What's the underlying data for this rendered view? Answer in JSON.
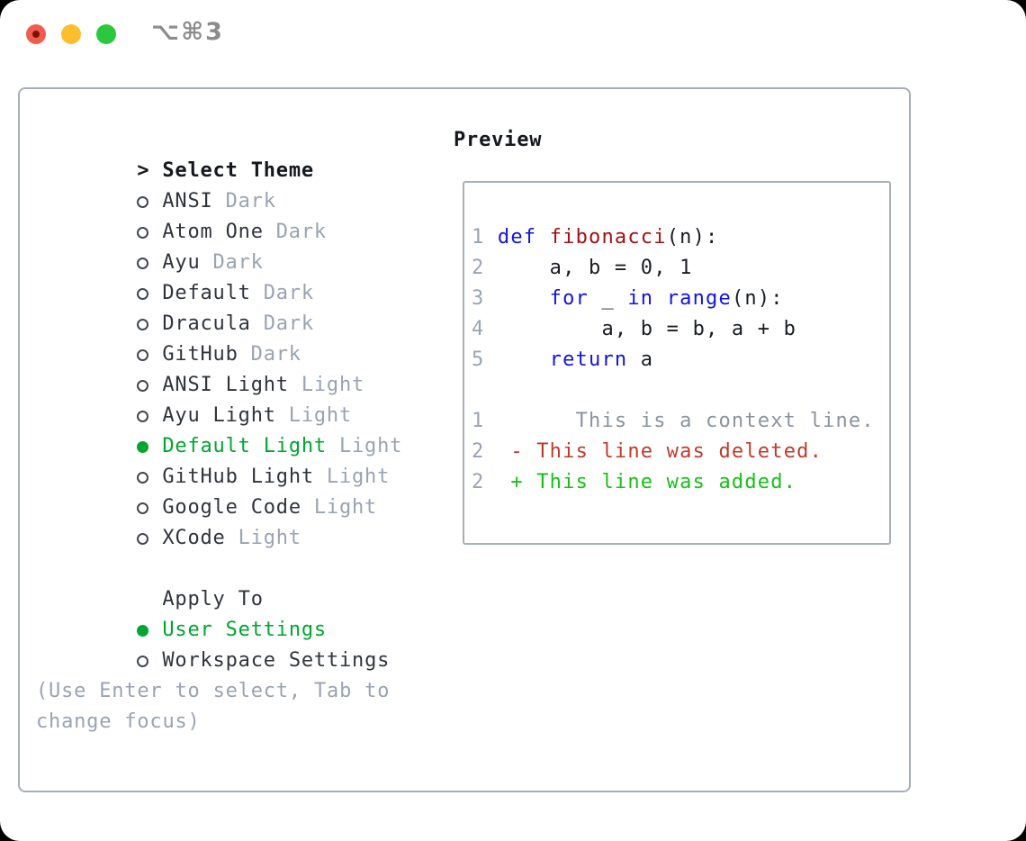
{
  "window": {
    "shortcut_label": "⌥⌘3"
  },
  "theme_selector": {
    "prompt": ">",
    "title": "Select Theme",
    "items": [
      {
        "name": "ANSI",
        "variant": "Dark",
        "selected": false
      },
      {
        "name": "Atom One",
        "variant": "Dark",
        "selected": false
      },
      {
        "name": "Ayu",
        "variant": "Dark",
        "selected": false
      },
      {
        "name": "Default",
        "variant": "Dark",
        "selected": false
      },
      {
        "name": "Dracula",
        "variant": "Dark",
        "selected": false
      },
      {
        "name": "GitHub",
        "variant": "Dark",
        "selected": false
      },
      {
        "name": "ANSI Light",
        "variant": "Light",
        "selected": false
      },
      {
        "name": "Ayu Light",
        "variant": "Light",
        "selected": false
      },
      {
        "name": "Default Light",
        "variant": "Light",
        "selected": true
      },
      {
        "name": "GitHub Light",
        "variant": "Light",
        "selected": false
      },
      {
        "name": "Google Code",
        "variant": "Light",
        "selected": false
      },
      {
        "name": "XCode",
        "variant": "Light",
        "selected": false
      }
    ]
  },
  "apply_to": {
    "title": "Apply To",
    "options": [
      {
        "label": "User Settings",
        "selected": true
      },
      {
        "label": "Workspace Settings",
        "selected": false
      }
    ]
  },
  "help": {
    "line1": "(Use Enter to select, Tab to",
    "line2": "change focus)"
  },
  "preview": {
    "title": "Preview",
    "lines": [
      {
        "segments": [
          {
            "type": "linenum",
            "text": "1 "
          },
          {
            "type": "keyword",
            "text": "def"
          },
          {
            "type": "plain",
            "text": " "
          },
          {
            "type": "function",
            "text": "fibonacci"
          },
          {
            "type": "plain",
            "text": "(n):"
          }
        ]
      },
      {
        "segments": [
          {
            "type": "linenum",
            "text": "2 "
          },
          {
            "type": "plain",
            "text": "    a, b = 0, 1"
          }
        ]
      },
      {
        "segments": [
          {
            "type": "linenum",
            "text": "3 "
          },
          {
            "type": "plain",
            "text": "    "
          },
          {
            "type": "keyword",
            "text": "for"
          },
          {
            "type": "plain",
            "text": " _ "
          },
          {
            "type": "keyword",
            "text": "in"
          },
          {
            "type": "plain",
            "text": " "
          },
          {
            "type": "keyword",
            "text": "range"
          },
          {
            "type": "plain",
            "text": "(n):"
          }
        ]
      },
      {
        "segments": [
          {
            "type": "linenum",
            "text": "4 "
          },
          {
            "type": "plain",
            "text": "        a, b = b, a + b"
          }
        ]
      },
      {
        "segments": [
          {
            "type": "linenum",
            "text": "5 "
          },
          {
            "type": "plain",
            "text": "    "
          },
          {
            "type": "keyword",
            "text": "return"
          },
          {
            "type": "plain",
            "text": " a"
          }
        ]
      },
      {
        "segments": []
      },
      {
        "segments": [
          {
            "type": "linenum",
            "text": "1       "
          },
          {
            "type": "context",
            "text": "This is a context line."
          }
        ]
      },
      {
        "segments": [
          {
            "type": "linenum",
            "text": "2  "
          },
          {
            "type": "deleted",
            "text": "- This line was deleted."
          }
        ]
      },
      {
        "segments": [
          {
            "type": "linenum",
            "text": "2  "
          },
          {
            "type": "added",
            "text": "+ This line was added."
          }
        ]
      }
    ]
  },
  "colors": {
    "selection_green": "#00a62f",
    "added_green": "#17c117",
    "deleted_red": "#c03a2b",
    "function_red": "#a31212",
    "keyword_blue": "#1212e6",
    "muted_gray": "#9aa3b2",
    "border_gray": "#a8afb9",
    "traffic_red": "#f25c50",
    "traffic_yellow": "#fcbd2e",
    "traffic_green": "#2bc83e"
  }
}
